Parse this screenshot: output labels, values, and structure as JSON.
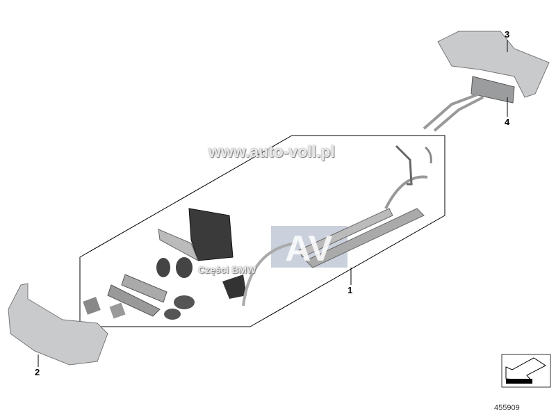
{
  "watermark": {
    "url": "www.auto-voll.pl",
    "logo_letters": "AV",
    "subtitle": "Części BMW"
  },
  "callouts": [
    {
      "id": "1",
      "label": "1"
    },
    {
      "id": "2",
      "label": "2"
    },
    {
      "id": "3",
      "label": "3"
    },
    {
      "id": "4",
      "label": "4"
    }
  ],
  "diagram_number": "455909",
  "colors": {
    "part_fill": "#c8cacc",
    "part_dark": "#3a3a3a",
    "frame": "#000000",
    "watermark_box": "#b4bccd"
  }
}
